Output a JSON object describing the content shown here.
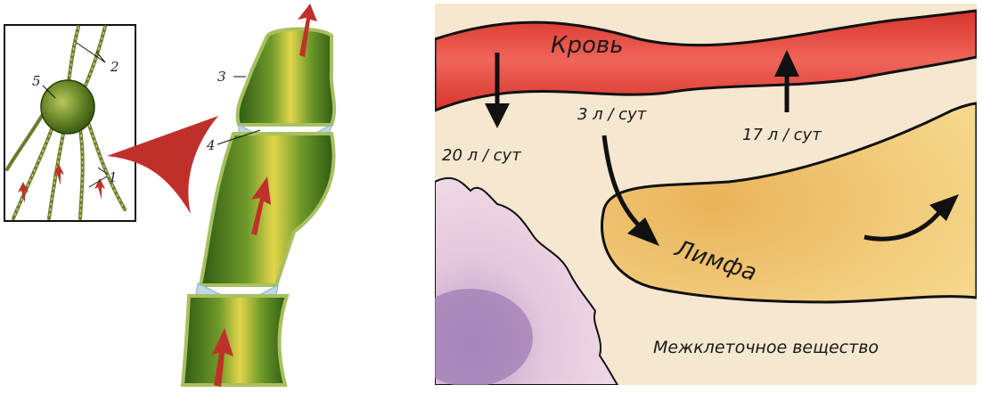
{
  "left_figure": {
    "labels": {
      "n1": "1",
      "n2": "2",
      "n3": "3",
      "n4": "4",
      "n5": "5"
    }
  },
  "right_figure": {
    "blood_label": "Кровь",
    "lymph_label": "Лимфа",
    "interstitial_label": "Межклеточное вещество",
    "flow_filtration": "20 л / сут",
    "flow_to_lymph": "3 л / сут",
    "flow_reabsorption": "17 л / сут"
  },
  "colors": {
    "vessel_green": "#4a7a1e",
    "vessel_yellow": "#e8d84a",
    "arrow_red": "#c0302a",
    "blood_red": "#e8483c",
    "lymph_yellow": "#f1c86a",
    "tissue_beige": "#f6e7d0",
    "cell_pink": "#e7c5da"
  }
}
